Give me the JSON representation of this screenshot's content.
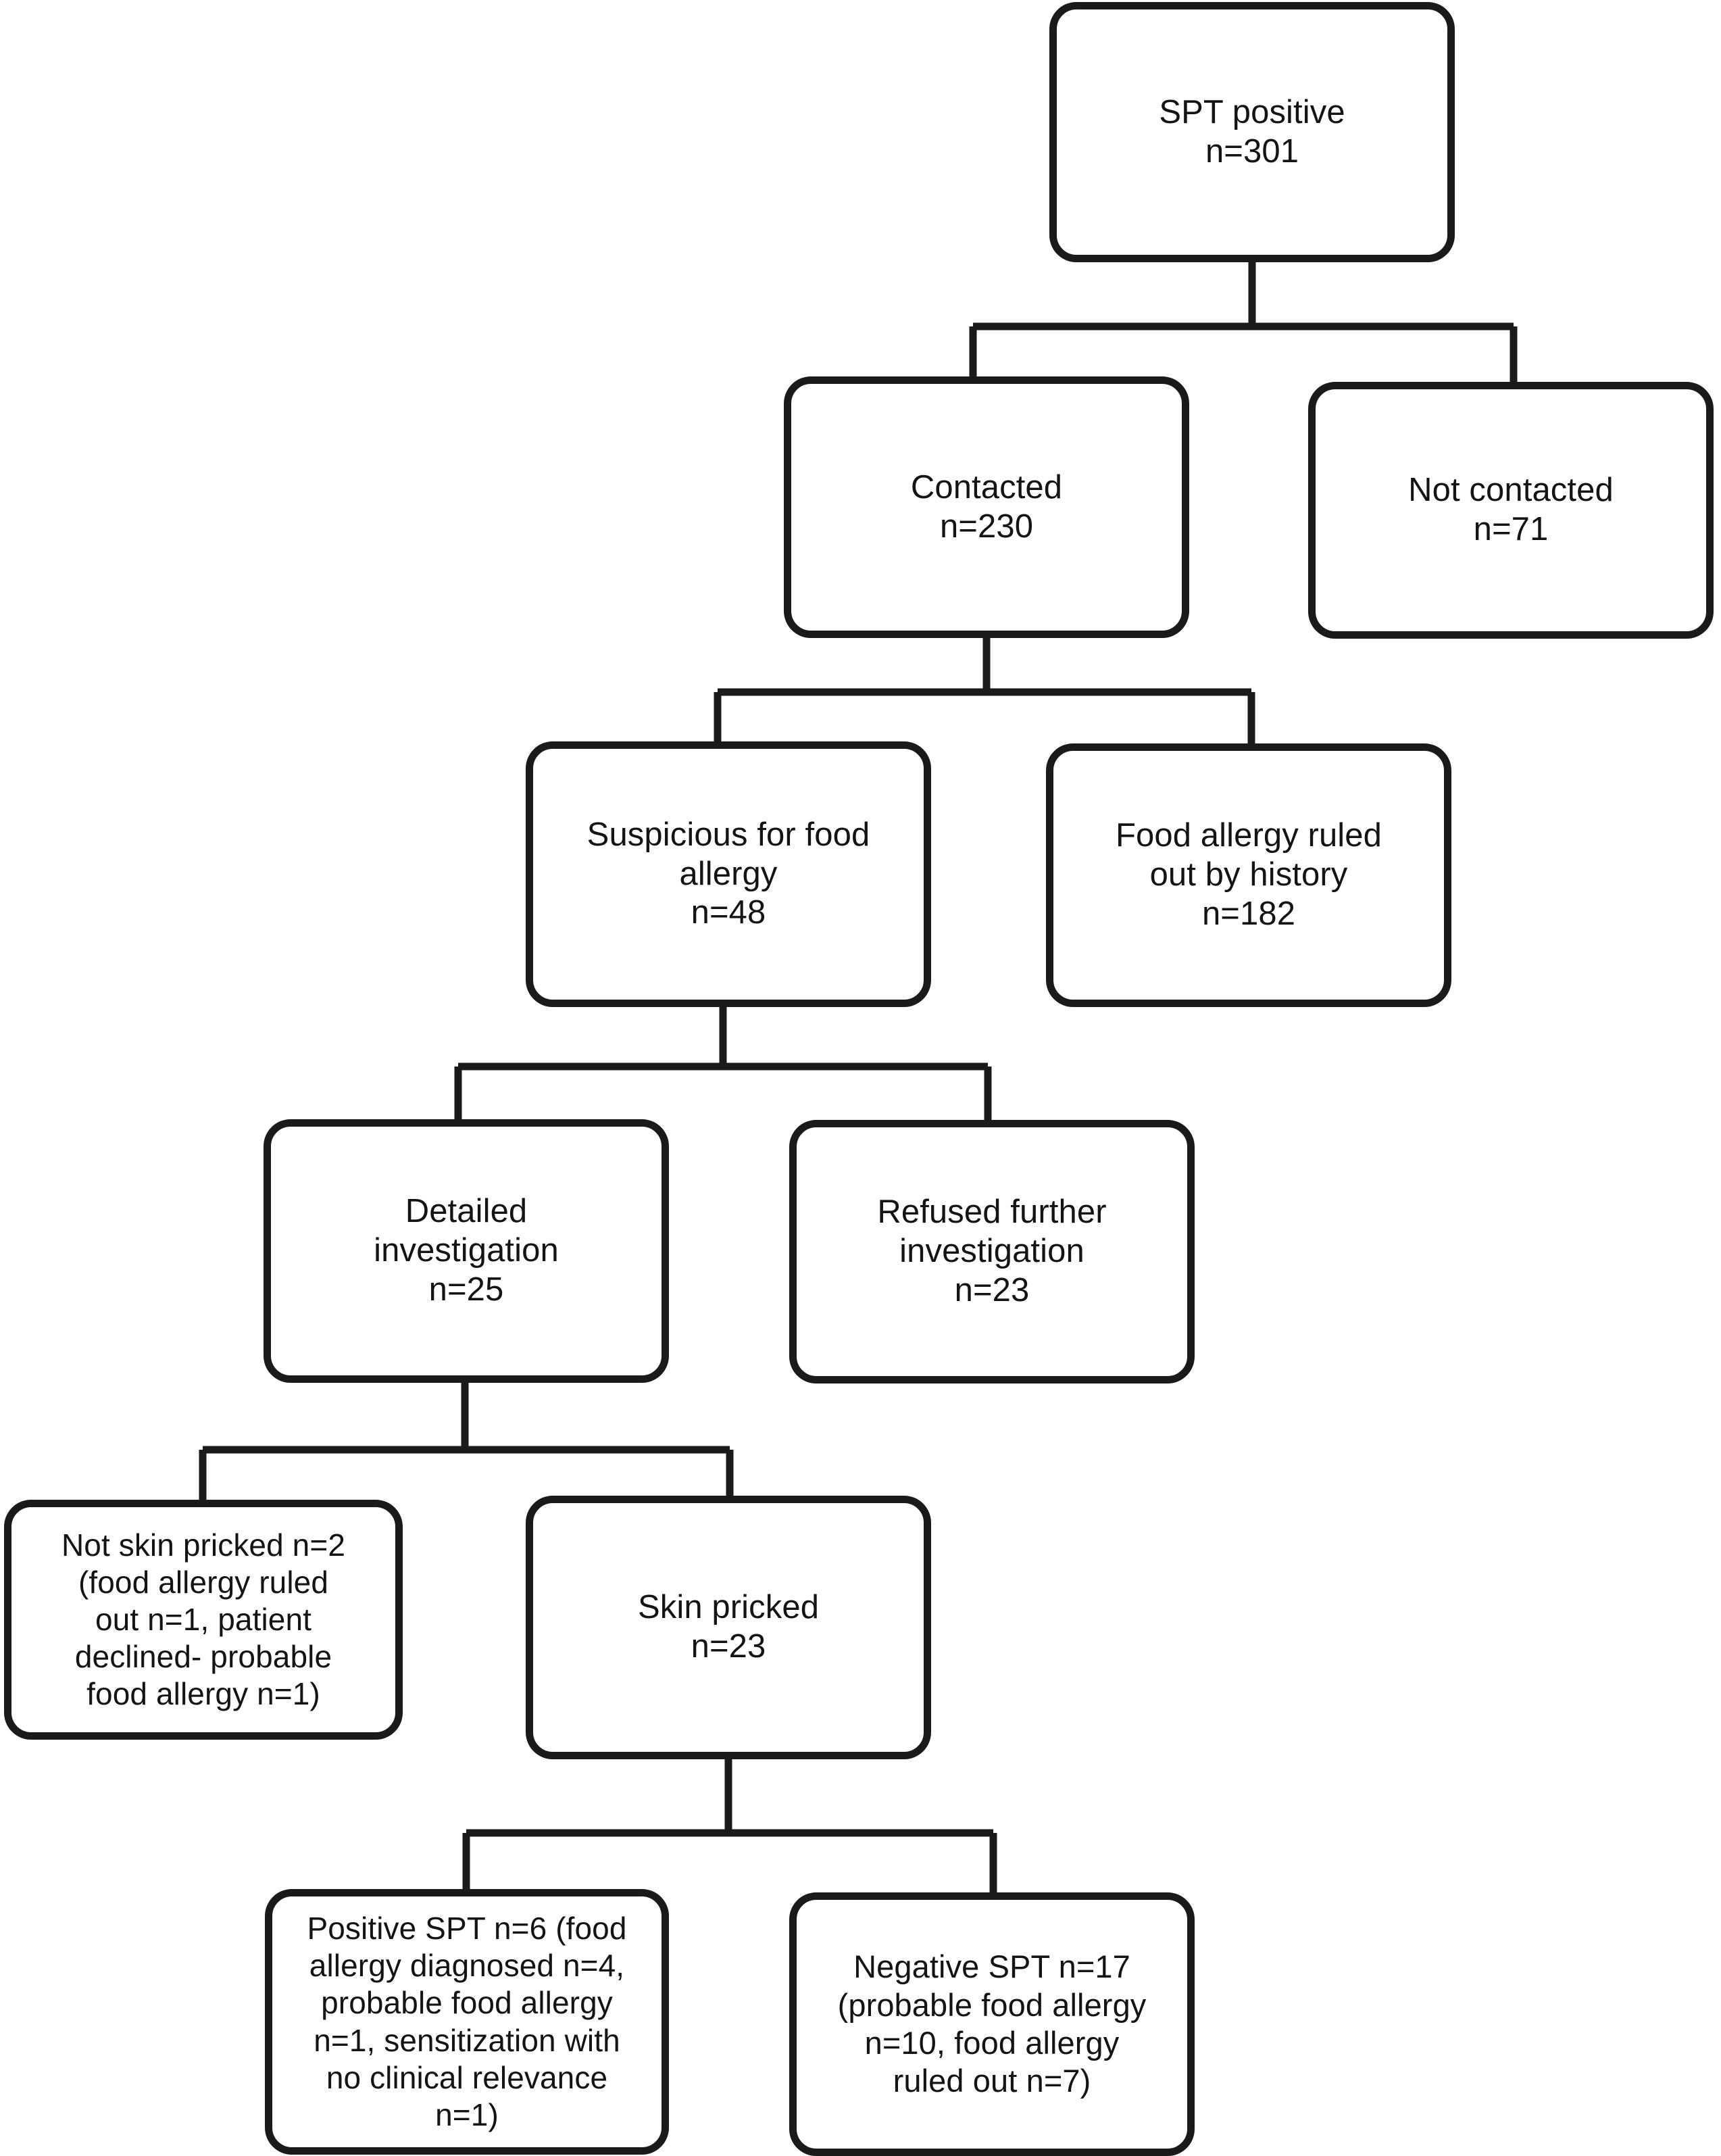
{
  "diagram": {
    "type": "flowchart",
    "title": "SPT positive patient follow-up flow",
    "line_color": "#1a1a1a",
    "text_color": "#141414",
    "background": "#ffffff",
    "nodes": [
      {
        "id": "spt-positive",
        "label": "SPT positive\nn=301",
        "count": 301,
        "level": 1
      },
      {
        "id": "contacted",
        "label": "Contacted\nn=230",
        "count": 230,
        "level": 2
      },
      {
        "id": "not-contacted",
        "label": "Not contacted\nn=71",
        "count": 71,
        "level": 2
      },
      {
        "id": "suspicious",
        "label": "Suspicious for food\nallergy\nn=48",
        "count": 48,
        "level": 3
      },
      {
        "id": "ruled-out-history",
        "label": "Food allergy ruled\nout by history\nn=182",
        "count": 182,
        "level": 3
      },
      {
        "id": "detailed",
        "label": "Detailed\ninvestigation\nn=25",
        "count": 25,
        "level": 4
      },
      {
        "id": "refused",
        "label": "Refused further\ninvestigation\nn=23",
        "count": 23,
        "level": 4
      },
      {
        "id": "not-skin-pricked",
        "label": "Not skin pricked n=2\n(food allergy ruled\nout n=1, patient\ndeclined- probable\nfood allergy n=1)",
        "count": 2,
        "level": 5
      },
      {
        "id": "skin-pricked",
        "label": "Skin pricked\nn=23",
        "count": 23,
        "level": 5
      },
      {
        "id": "positive-spt",
        "label": "Positive SPT n=6 (food\nallergy diagnosed n=4,\nprobable food allergy\nn=1, sensitization with\nno clinical relevance\nn=1)",
        "count": 6,
        "level": 6
      },
      {
        "id": "negative-spt",
        "label": "Negative SPT n=17\n(probable food allergy\nn=10, food allergy\nruled out n=7)",
        "count": 17,
        "level": 6
      }
    ],
    "edges": [
      {
        "from": "spt-positive",
        "to": "contacted"
      },
      {
        "from": "spt-positive",
        "to": "not-contacted"
      },
      {
        "from": "contacted",
        "to": "suspicious"
      },
      {
        "from": "contacted",
        "to": "ruled-out-history"
      },
      {
        "from": "suspicious",
        "to": "detailed"
      },
      {
        "from": "suspicious",
        "to": "refused"
      },
      {
        "from": "detailed",
        "to": "not-skin-pricked"
      },
      {
        "from": "detailed",
        "to": "skin-pricked"
      },
      {
        "from": "skin-pricked",
        "to": "positive-spt"
      },
      {
        "from": "skin-pricked",
        "to": "negative-spt"
      }
    ]
  }
}
